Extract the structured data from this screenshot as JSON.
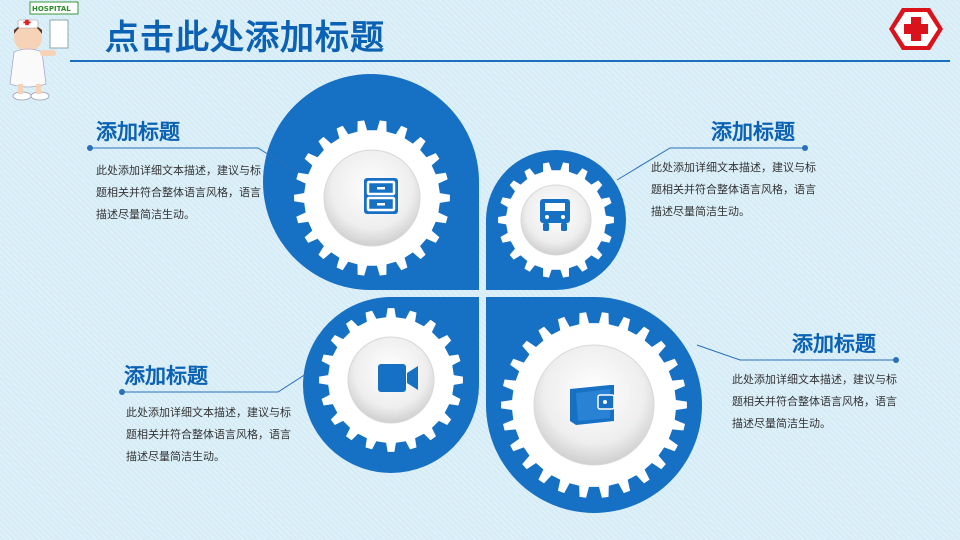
{
  "header": {
    "title": "点击此处添加标题"
  },
  "logo": {
    "text": "HOSPITAL"
  },
  "blocks": [
    {
      "title": "添加标题",
      "text": "此处添加详细文本描述，建议与标题相关并符合整体语言风格，语言描述尽量简洁生动。",
      "icon": "cabinet-icon"
    },
    {
      "title": "添加标题",
      "text": "此处添加详细文本描述，建议与标题相关并符合整体语言风格，语言描述尽量简洁生动。",
      "icon": "truck-icon"
    },
    {
      "title": "添加标题",
      "text": "此处添加详细文本描述，建议与标题相关并符合整体语言风格，语言描述尽量简洁生动。",
      "icon": "video-camera-icon"
    },
    {
      "title": "添加标题",
      "text": "此处添加详细文本描述，建议与标题相关并符合整体语言风格，语言描述尽量简洁生动。",
      "icon": "wallet-icon"
    }
  ],
  "colors": {
    "primary": "#0b62b4",
    "petal": "#1670c4",
    "background": "#d6ecf7",
    "cross": "#d9121b"
  }
}
